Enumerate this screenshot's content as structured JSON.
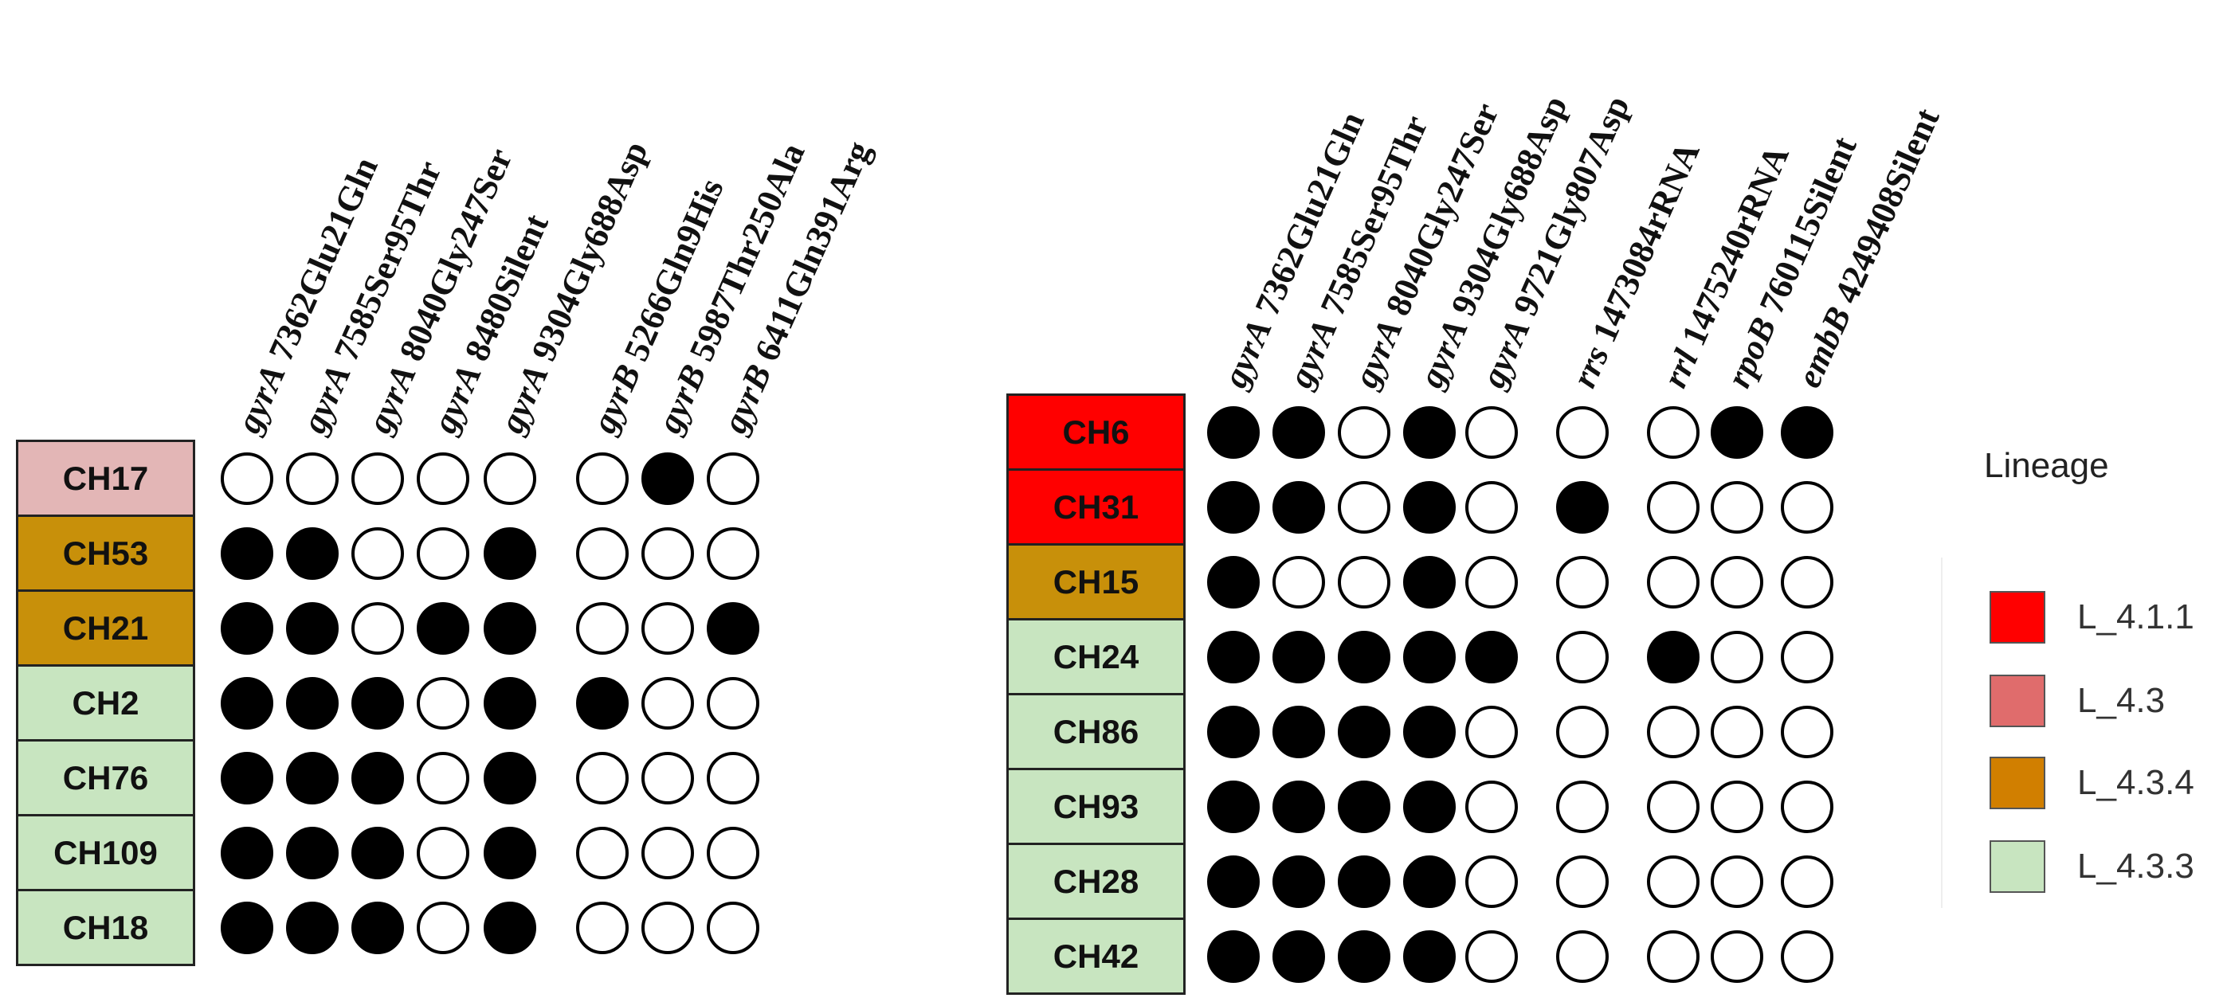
{
  "colors": {
    "L_4.1.1": "#ff0000",
    "L_4.3": "#e3b6b6",
    "L_4.3.4": "#c8900a",
    "L_4.3.3": "#c8e5c0"
  },
  "legend": {
    "title": "Lineage",
    "items": [
      {
        "label": "L_4.1.1",
        "color": "#ff0000"
      },
      {
        "label": "L_4.3",
        "color": "#e06c6c"
      },
      {
        "label": "L_4.3.4",
        "color": "#d17f00"
      },
      {
        "label": "L_4.3.3",
        "color": "#c8e5c0"
      }
    ]
  },
  "panels": [
    {
      "columns": [
        {
          "gene": "gyrA",
          "mutation": "7362Glu21Gln"
        },
        {
          "gene": "gyrA",
          "mutation": "7585Ser95Thr"
        },
        {
          "gene": "gyrA",
          "mutation": "8040Gly247Ser"
        },
        {
          "gene": "gyrA",
          "mutation": "8480Silent"
        },
        {
          "gene": "gyrA",
          "mutation": "9304Gly688Asp"
        },
        {
          "gene": "gyrB",
          "mutation": "5266Gln9His"
        },
        {
          "gene": "gyrB",
          "mutation": "5987Thr250Ala"
        },
        {
          "gene": "gyrB",
          "mutation": "6411Gln391Arg"
        }
      ],
      "rows": [
        {
          "label": "CH17",
          "lineage": "L_4.3",
          "values": [
            0,
            0,
            0,
            0,
            0,
            0,
            1,
            0
          ]
        },
        {
          "label": "CH53",
          "lineage": "L_4.3.4",
          "values": [
            1,
            1,
            0,
            0,
            1,
            0,
            0,
            0
          ]
        },
        {
          "label": "CH21",
          "lineage": "L_4.3.4",
          "values": [
            1,
            1,
            0,
            1,
            1,
            0,
            0,
            1
          ]
        },
        {
          "label": "CH2",
          "lineage": "L_4.3.3",
          "values": [
            1,
            1,
            1,
            0,
            1,
            1,
            0,
            0
          ]
        },
        {
          "label": "CH76",
          "lineage": "L_4.3.3",
          "values": [
            1,
            1,
            1,
            0,
            1,
            0,
            0,
            0
          ]
        },
        {
          "label": "CH109",
          "lineage": "L_4.3.3",
          "values": [
            1,
            1,
            1,
            0,
            1,
            0,
            0,
            0
          ]
        },
        {
          "label": "CH18",
          "lineage": "L_4.3.3",
          "values": [
            1,
            1,
            1,
            0,
            1,
            0,
            0,
            0
          ]
        }
      ]
    },
    {
      "columns": [
        {
          "gene": "gyrA",
          "mutation": "7362Glu21Gln"
        },
        {
          "gene": "gyrA",
          "mutation": "7585Ser95Thr"
        },
        {
          "gene": "gyrA",
          "mutation": "8040Gly247Ser"
        },
        {
          "gene": "gyrA",
          "mutation": "9304Gly688Asp"
        },
        {
          "gene": "gyrA",
          "mutation": "9721Gly807Asp"
        },
        {
          "gene": "rrs",
          "mutation": "1473084rRNA"
        },
        {
          "gene": "rrl",
          "mutation": "1475240rRNA"
        },
        {
          "gene": "rpoB",
          "mutation": "760115Silent"
        },
        {
          "gene": "embB",
          "mutation": "4249408Silent"
        }
      ],
      "rows": [
        {
          "label": "CH6",
          "lineage": "L_4.1.1",
          "values": [
            1,
            1,
            0,
            1,
            0,
            0,
            0,
            1,
            1
          ]
        },
        {
          "label": "CH31",
          "lineage": "L_4.1.1",
          "values": [
            1,
            1,
            0,
            1,
            0,
            1,
            0,
            0,
            0
          ]
        },
        {
          "label": "CH15",
          "lineage": "L_4.3.4",
          "values": [
            1,
            0,
            0,
            1,
            0,
            0,
            0,
            0,
            0
          ]
        },
        {
          "label": "CH24",
          "lineage": "L_4.3.3",
          "values": [
            1,
            1,
            1,
            1,
            1,
            0,
            1,
            0,
            0
          ]
        },
        {
          "label": "CH86",
          "lineage": "L_4.3.3",
          "values": [
            1,
            1,
            1,
            1,
            0,
            0,
            0,
            0,
            0
          ]
        },
        {
          "label": "CH93",
          "lineage": "L_4.3.3",
          "values": [
            1,
            1,
            1,
            1,
            0,
            0,
            0,
            0,
            0
          ]
        },
        {
          "label": "CH28",
          "lineage": "L_4.3.3",
          "values": [
            1,
            1,
            1,
            1,
            0,
            0,
            0,
            0,
            0
          ]
        },
        {
          "label": "CH42",
          "lineage": "L_4.3.3",
          "values": [
            1,
            1,
            1,
            1,
            0,
            0,
            0,
            0,
            0
          ]
        }
      ]
    }
  ]
}
